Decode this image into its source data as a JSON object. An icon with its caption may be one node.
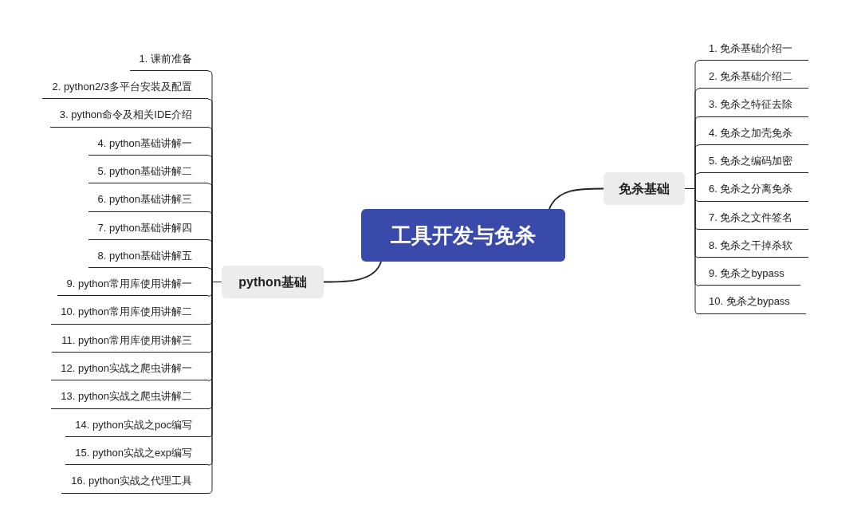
{
  "diagram": {
    "nodes": [
      {
        "text": [
          "工具开发与免杀"
        ]
      },
      {
        "text": [
          "python基础"
        ]
      },
      {
        "text": [
          "免杀基础"
        ]
      },
      {
        "text": [
          "1. 课前准备"
        ]
      },
      {
        "text": [
          "2. python2/3多平台安装及配置"
        ]
      },
      {
        "text": [
          "3. python命令及相关IDE介绍"
        ]
      },
      {
        "text": [
          "4. python基础讲解一"
        ]
      },
      {
        "text": [
          "5. python基础讲解二"
        ]
      },
      {
        "text": [
          "6. python基础讲解三"
        ]
      },
      {
        "text": [
          "7. python基础讲解四"
        ]
      },
      {
        "text": [
          "8. python基础讲解五"
        ]
      },
      {
        "text": [
          "9. python常用库使用讲解一"
        ]
      },
      {
        "text": [
          "10. python常用库使用讲解二"
        ]
      },
      {
        "text": [
          "11. python常用库使用讲解三"
        ]
      },
      {
        "text": [
          "12. python实战之爬虫讲解一"
        ]
      },
      {
        "text": [
          "13. python实战之爬虫讲解二"
        ]
      },
      {
        "text": [
          "14. python实战之poc编写"
        ]
      },
      {
        "text": [
          "15. python实战之exp编写"
        ]
      },
      {
        "text": [
          "16. python实战之代理工具"
        ]
      },
      {
        "text": [
          "1. 免杀基础介绍一"
        ]
      },
      {
        "text": [
          "2. 免杀基础介绍二"
        ]
      },
      {
        "text": [
          "3. 免杀之特征去除"
        ]
      },
      {
        "text": [
          "4. 免杀之加壳免杀"
        ]
      },
      {
        "text": [
          "5. 免杀之编码加密"
        ]
      },
      {
        "text": [
          "6. 免杀之分离免杀"
        ]
      },
      {
        "text": [
          "7. 免杀之文件签名"
        ]
      },
      {
        "text": [
          "8. 免杀之干掉杀软"
        ]
      },
      {
        "text": [
          "9. 免杀之bypass"
        ]
      },
      {
        "text": [
          "10. 免杀之bypass"
        ]
      }
    ],
    "edges": [
      {
        "from": 0,
        "to": 1,
        "arrow": "none"
      },
      {
        "from": 0,
        "to": 2,
        "arrow": "none"
      },
      {
        "from": 1,
        "to": 3,
        "arrow": "none"
      },
      {
        "from": 1,
        "to": 4,
        "arrow": "none"
      },
      {
        "from": 1,
        "to": 5,
        "arrow": "none"
      },
      {
        "from": 1,
        "to": 6,
        "arrow": "none"
      },
      {
        "from": 1,
        "to": 7,
        "arrow": "none"
      },
      {
        "from": 1,
        "to": 8,
        "arrow": "none"
      },
      {
        "from": 1,
        "to": 9,
        "arrow": "none"
      },
      {
        "from": 1,
        "to": 10,
        "arrow": "none"
      },
      {
        "from": 1,
        "to": 11,
        "arrow": "none"
      },
      {
        "from": 1,
        "to": 12,
        "arrow": "none"
      },
      {
        "from": 1,
        "to": 13,
        "arrow": "none"
      },
      {
        "from": 1,
        "to": 14,
        "arrow": "none"
      },
      {
        "from": 1,
        "to": 15,
        "arrow": "none"
      },
      {
        "from": 1,
        "to": 16,
        "arrow": "none"
      },
      {
        "from": 1,
        "to": 17,
        "arrow": "none"
      },
      {
        "from": 1,
        "to": 18,
        "arrow": "none"
      },
      {
        "from": 2,
        "to": 19,
        "arrow": "none"
      },
      {
        "from": 2,
        "to": 20,
        "arrow": "none"
      },
      {
        "from": 2,
        "to": 21,
        "arrow": "none"
      },
      {
        "from": 2,
        "to": 22,
        "arrow": "none"
      },
      {
        "from": 2,
        "to": 23,
        "arrow": "none"
      },
      {
        "from": 2,
        "to": 24,
        "arrow": "none"
      },
      {
        "from": 2,
        "to": 25,
        "arrow": "none"
      },
      {
        "from": 2,
        "to": 26,
        "arrow": "none"
      },
      {
        "from": 2,
        "to": 27,
        "arrow": "none"
      },
      {
        "from": 2,
        "to": 28,
        "arrow": "none"
      }
    ]
  }
}
